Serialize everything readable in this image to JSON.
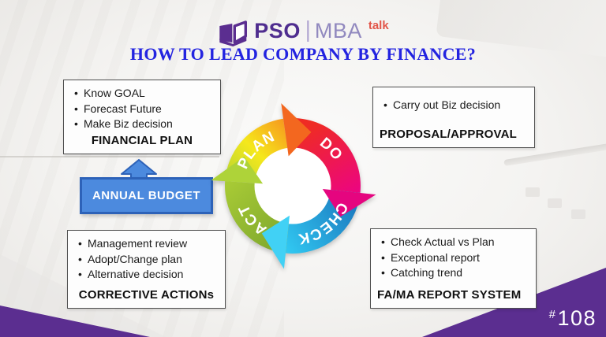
{
  "logo": {
    "pso": "PSO",
    "mba": "MBA",
    "talk": "talk"
  },
  "title": "HOW TO LEAD COMPANY BY FINANCE?",
  "boxes": {
    "financial_plan": {
      "bullets": [
        "Know GOAL",
        "Forecast Future",
        "Make Biz decision"
      ],
      "heading": "FINANCIAL PLAN"
    },
    "proposal_approval": {
      "bullets": [
        "Carry out Biz decision"
      ],
      "heading": "PROPOSAL/APPROVAL"
    },
    "corrective_actions": {
      "bullets": [
        "Management review",
        "Adopt/Change plan",
        "Alternative decision"
      ],
      "heading": "CORRECTIVE ACTIONs"
    },
    "fama_report": {
      "bullets": [
        "Check Actual vs Plan",
        "Exceptional report",
        "Catching trend"
      ],
      "heading": "FA/MA REPORT SYSTEM"
    }
  },
  "annual_budget": {
    "label": "ANNUAL BUDGET"
  },
  "cycle": {
    "plan": "PLAN",
    "do": "DO",
    "check": "CHECK",
    "act": "ACT"
  },
  "slide_number": {
    "hash": "#",
    "number": "108"
  },
  "colors": {
    "purple": "#5b2e90",
    "title_blue": "#2323e0",
    "logo_pso": "#4f2d8f",
    "logo_mba": "#9189bf",
    "logo_talk": "#e2564a",
    "budget_fill": "#4c8ade",
    "budget_border": "#2d62b8",
    "plan_start": "#b6d433",
    "plan_mid": "#f5e81c",
    "plan_end": "#f7941e",
    "do_start": "#ef2b24",
    "do_end": "#ec008c",
    "check_start": "#1b75bc",
    "check_end": "#31c9f2",
    "act_start": "#7aa42c",
    "act_end": "#abcd36",
    "arrow_orange": "#f3671f",
    "arrow_pink": "#e5057f",
    "arrow_cyan": "#41d1f5",
    "arrow_green": "#aed339"
  }
}
